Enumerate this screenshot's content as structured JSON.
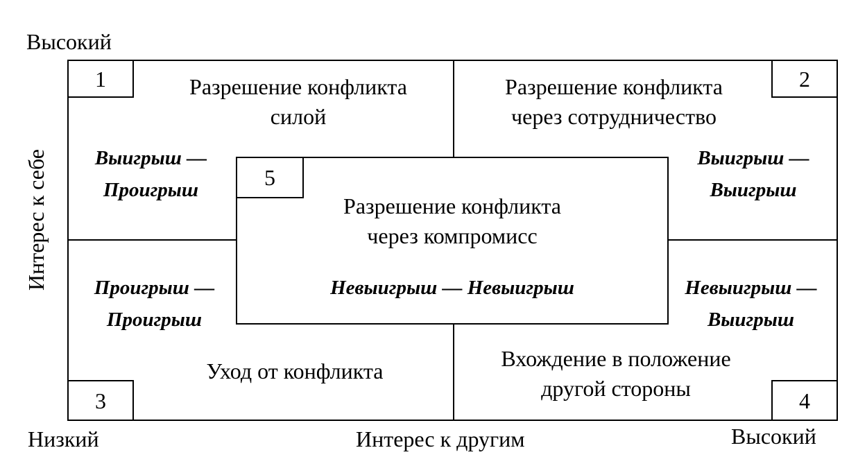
{
  "axes": {
    "y_high": "Высокий",
    "y_label": "Интерес к себе",
    "x_low": "Низкий",
    "x_label": "Интерес к другим",
    "x_high": "Высокий"
  },
  "quadrants": {
    "q1": {
      "number": "1",
      "title_line1": "Разрешение конфликта",
      "title_line2": "силой",
      "outcome_line1": "Выигрыш —",
      "outcome_line2": "Проигрыш"
    },
    "q2": {
      "number": "2",
      "title_line1": "Разрешение конфликта",
      "title_line2": "через сотрудничество",
      "outcome_line1": "Выигрыш —",
      "outcome_line2": "Выигрыш"
    },
    "q3": {
      "number": "3",
      "title": "Уход от конфликта",
      "outcome_line1": "Проигрыш —",
      "outcome_line2": "Проигрыш"
    },
    "q4": {
      "number": "4",
      "title_line1": "Вхождение в положение",
      "title_line2": "другой стороны",
      "outcome_line1": "Невыигрыш —",
      "outcome_line2": "Выигрыш"
    },
    "q5": {
      "number": "5",
      "title_line1": "Разрешение конфликта",
      "title_line2": "через компромисс",
      "outcome": "Невыигрыш — Невыигрыш"
    }
  }
}
